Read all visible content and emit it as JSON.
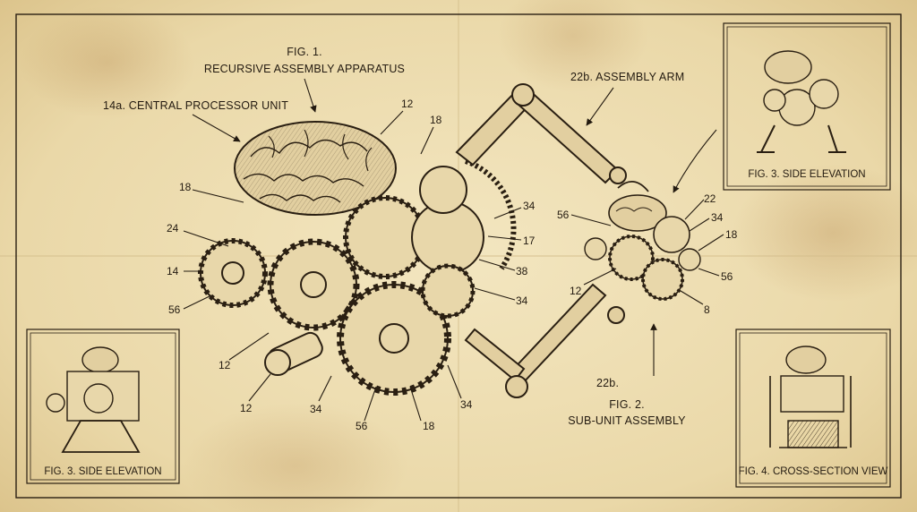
{
  "figures": {
    "fig1": {
      "label": "FIG. 1.",
      "title": "RECURSIVE ASSEMBLY APPARATUS"
    },
    "fig2": {
      "label": "FIG. 2.",
      "title": "SUB-UNIT ASSEMBLY"
    }
  },
  "callouts": {
    "cpu": "14a. CENTRAL PROCESSOR UNIT",
    "arm": "22b. ASSEMBLY ARM",
    "arm_lower": "22b."
  },
  "ref_numbers": {
    "n12_top": "12",
    "n18_top": "18",
    "n18_left": "18",
    "n24": "24",
    "n14": "14",
    "n56_left": "56",
    "n12_mid": "12",
    "n12_low": "12",
    "n34_bottom": "34",
    "n56_bottom": "56",
    "n18_bottom": "18",
    "n34_lower_right": "34",
    "n34_right": "34",
    "n17": "17",
    "n38": "38",
    "n34_mid": "34",
    "sub_56_left": "56",
    "sub_22": "22",
    "sub_34": "34",
    "sub_18": "18",
    "sub_56_right": "56",
    "sub_12": "12",
    "sub_8": "8"
  },
  "insets": {
    "top_right": "FIG. 3. SIDE ELEVATION",
    "bottom_left": "FIG. 3. SIDE ELEVATION",
    "bottom_right": "FIG. 4. CROSS-SECTION VIEW"
  },
  "colors": {
    "paper": "#efe0b6",
    "ink": "#231a10",
    "stain": "#c49a5a"
  }
}
